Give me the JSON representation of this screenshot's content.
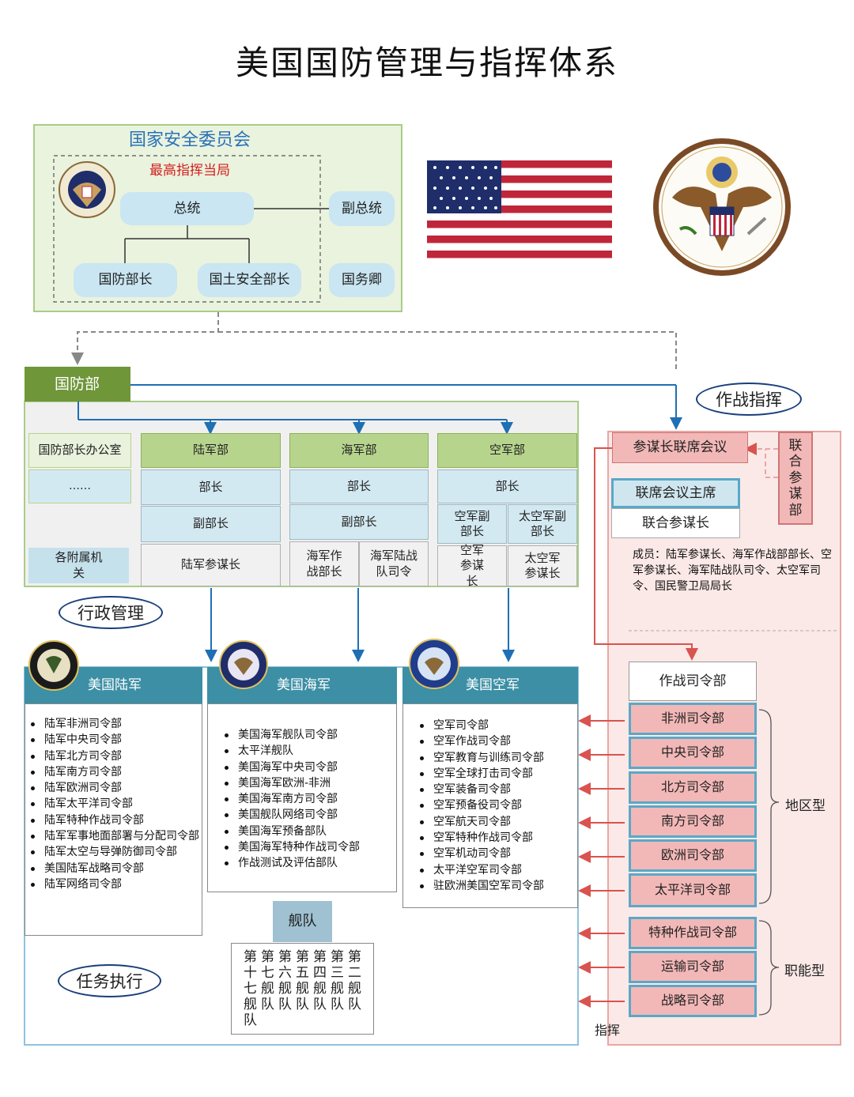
{
  "title": "美国国防管理与指挥体系",
  "nsc": {
    "title": "国家安全委员会",
    "authority": "最高指挥当局",
    "president": "总统",
    "vice_president": "副总统",
    "sec_defense": "国防部长",
    "sec_homeland": "国土安全部长",
    "sec_state": "国务卿"
  },
  "dod": {
    "title": "国防部",
    "office": "国防部长办公室",
    "office_more": "……",
    "agencies": "各附属机关",
    "army_dept": {
      "title": "陆军部",
      "minister": "部长",
      "deputy": "副部长",
      "chief": "陆军参谋长"
    },
    "navy_dept": {
      "title": "海军部",
      "minister": "部长",
      "deputy": "副部长",
      "cno": "海军作战部长",
      "cmc": "海军陆战队司令"
    },
    "af_dept": {
      "title": "空军部",
      "minister": "部长",
      "af_deputy": "空军副部长",
      "space_deputy": "太空军副部长",
      "af_chief": "空军参谋长",
      "space_chief": "太空军参谋长"
    }
  },
  "labels": {
    "admin": "行政管理",
    "ops_command": "作战指挥",
    "mission": "任务执行",
    "command": "指挥",
    "regional": "地区型",
    "functional": "职能型"
  },
  "jcs": {
    "title": "参谋长联席会议",
    "joint_staff": "联合参谋部",
    "chairman": "联席会议主席",
    "vice": "联合参谋长",
    "members": "成员：陆军参谋长、海军作战部部长、空军参谋长、海军陆战队司令、太空军司令、国民警卫局局长"
  },
  "ops": {
    "title": "作战司令部",
    "regional": [
      "非洲司令部",
      "中央司令部",
      "北方司令部",
      "南方司令部",
      "欧洲司令部",
      "太平洋司令部"
    ],
    "functional": [
      "特种作战司令部",
      "运输司令部",
      "战略司令部"
    ]
  },
  "army": {
    "title": "美国陆军",
    "items": [
      "陆军非洲司令部",
      "陆军中央司令部",
      "陆军北方司令部",
      "陆军南方司令部",
      "陆军欧洲司令部",
      "陆军太平洋司令部",
      "陆军特种作战司令部",
      "陆军军事地面部署与分配司令部",
      "陆军太空与导弹防御司令部",
      "美国陆军战略司令部",
      "陆军网络司令部"
    ]
  },
  "navy": {
    "title": "美国海军",
    "items": [
      "美国海军舰队司令部",
      "太平洋舰队",
      "美国海军中央司令部",
      "美国海军欧洲-非洲",
      "美国海军南方司令部",
      "美国舰队网络司令部",
      "美国海军预备部队",
      "美国海军特种作战司令部",
      "作战测试及评估部队"
    ],
    "fleet_title": "舰队",
    "fleets": [
      "第十七舰队",
      "第七舰队",
      "第六舰队",
      "第五舰队",
      "第四舰队",
      "第三舰队",
      "第二舰队"
    ]
  },
  "airforce": {
    "title": "美国空军",
    "items": [
      "空军司令部",
      "空军作战司令部",
      "空军教育与训练司令部",
      "空军全球打击司令部",
      "空军装备司令部",
      "空军预备役司令部",
      "空军航天司令部",
      "空军特种作战司令部",
      "空军机动司令部",
      "太平洋空军司令部",
      "驻欧洲美国空军司令部"
    ]
  },
  "colors": {
    "green_header": "#6f9639",
    "teal_bar": "#3c8fa4",
    "pink_panel": "#fbe9e7",
    "arrow_blue": "#1f6fb4",
    "arrow_red": "#d9534f"
  }
}
